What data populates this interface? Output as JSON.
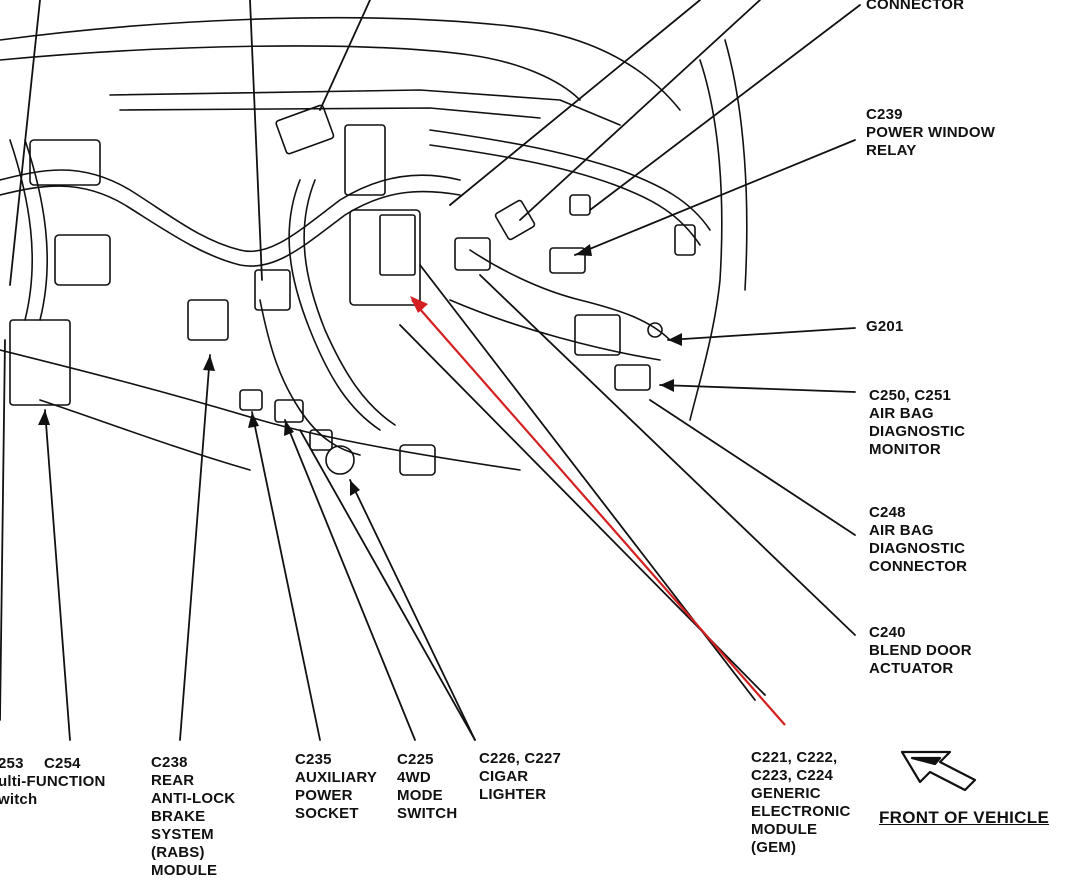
{
  "diagram": {
    "callouts": [
      {
        "id": "c_connector_top",
        "lines": [
          "CONNECTOR"
        ]
      },
      {
        "id": "c239",
        "lines": [
          "C239",
          "POWER WINDOW",
          "RELAY"
        ]
      },
      {
        "id": "g201",
        "lines": [
          "G201"
        ]
      },
      {
        "id": "c250",
        "lines": [
          "C250, C251",
          "AIR BAG",
          "DIAGNOSTIC",
          "MONITOR"
        ]
      },
      {
        "id": "c248",
        "lines": [
          "C248",
          "AIR BAG",
          "DIAGNOSTIC",
          "CONNECTOR"
        ]
      },
      {
        "id": "c240",
        "lines": [
          "C240",
          "BLEND DOOR",
          "ACTUATOR"
        ]
      },
      {
        "id": "c221",
        "lines": [
          "C221, C222,",
          "C223, C224",
          "GENERIC",
          "ELECTRONIC",
          "MODULE",
          "(GEM)"
        ]
      },
      {
        "id": "c226",
        "lines": [
          "C226, C227",
          "CIGAR",
          "LIGHTER"
        ]
      },
      {
        "id": "c225",
        "lines": [
          "C225",
          "4WD",
          "MODE",
          "SWITCH"
        ]
      },
      {
        "id": "c235",
        "lines": [
          "C235",
          "AUXILIARY",
          "POWER",
          "SOCKET"
        ]
      },
      {
        "id": "c238",
        "lines": [
          "C238",
          "REAR",
          "ANTI-LOCK",
          "BRAKE",
          "SYSTEM",
          "(RABS)",
          "MODULE"
        ]
      },
      {
        "id": "c254",
        "lines": [
          "C254"
        ]
      },
      {
        "id": "c253",
        "lines": [
          "253",
          "ulti-FUNCTION",
          "witch"
        ]
      }
    ],
    "front_label": "FRONT OF VEHICLE",
    "highlight_color": "#d42020",
    "line_color": "#111111"
  }
}
